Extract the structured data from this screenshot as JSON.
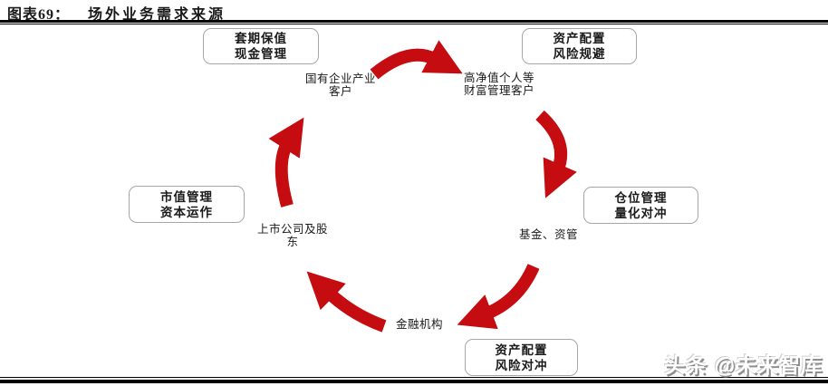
{
  "figure": {
    "label": "图表69：",
    "title": "场外业务需求来源"
  },
  "watermark": {
    "text": "头条 @未来智库"
  },
  "colors": {
    "arrow": "#c50c10",
    "box_border": "#a6a6a6",
    "rule": "#000000"
  },
  "diagram": {
    "entities": [
      {
        "id": "soe-industrial-clients",
        "label_lines": [
          "国有企业产业",
          "客户"
        ],
        "needs": [
          "套期保值",
          "现金管理"
        ]
      },
      {
        "id": "hnw-wealth-clients",
        "label_lines": [
          "高净值个人等",
          "财富管理客户"
        ],
        "needs": [
          "资产配置",
          "风险规避"
        ]
      },
      {
        "id": "funds-asset-managers",
        "label_lines": [
          "基金、资管"
        ],
        "needs": [
          "仓位管理",
          "量化对冲"
        ]
      },
      {
        "id": "financial-institutions",
        "label_lines": [
          "金融机构"
        ],
        "needs": [
          "资产配置",
          "风险对冲"
        ]
      },
      {
        "id": "listed-companies-shareholders",
        "label_lines": [
          "上市公司及股",
          "东"
        ],
        "needs": [
          "市值管理",
          "资本运作"
        ]
      }
    ],
    "flow": [
      {
        "from": "soe-industrial-clients",
        "to": "hnw-wealth-clients"
      },
      {
        "from": "hnw-wealth-clients",
        "to": "funds-asset-managers"
      },
      {
        "from": "funds-asset-managers",
        "to": "financial-institutions"
      },
      {
        "from": "financial-institutions",
        "to": "listed-companies-shareholders"
      },
      {
        "from": "listed-companies-shareholders",
        "to": "soe-industrial-clients"
      }
    ]
  }
}
